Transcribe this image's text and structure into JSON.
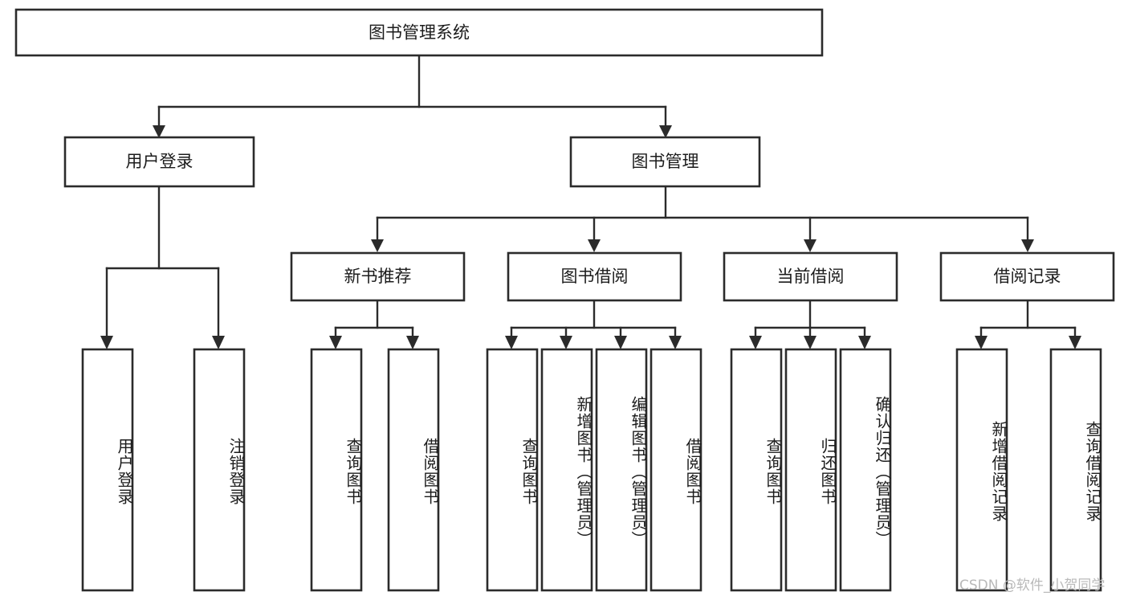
{
  "diagram": {
    "type": "tree-hierarchy",
    "title": "图书管理系统",
    "orientation": "top-down",
    "colors": {
      "box_stroke": "#2b2b2b",
      "box_fill": "#ffffff",
      "connector": "#2b2b2b",
      "text": "#1c1c1c",
      "background": "#ffffff",
      "watermark": "#b9b9b9"
    },
    "root": {
      "label": "图书管理系统"
    },
    "level1": [
      {
        "label": "用户登录"
      },
      {
        "label": "图书管理"
      }
    ],
    "level2": [
      {
        "label": "新书推荐"
      },
      {
        "label": "图书借阅"
      },
      {
        "label": "当前借阅"
      },
      {
        "label": "借阅记录"
      }
    ],
    "leaves": {
      "user_login": [
        {
          "label": "用户登录"
        },
        {
          "label": "注销登录"
        }
      ],
      "new_book_recommend": [
        {
          "label": "查询图书"
        },
        {
          "label": "借阅图书"
        }
      ],
      "book_borrow": [
        {
          "label": "查询图书"
        },
        {
          "label": "新增图书（管理员）"
        },
        {
          "label": "编辑图书（管理员）"
        },
        {
          "label": "借阅图书"
        }
      ],
      "current_borrow": [
        {
          "label": "查询图书"
        },
        {
          "label": "归还图书"
        },
        {
          "label": "确认归还（管理员）"
        }
      ],
      "borrow_record": [
        {
          "label": "新增借阅记录"
        },
        {
          "label": "查询借阅记录"
        }
      ]
    }
  },
  "watermark": {
    "text": "CSDN @软件_小贺同学"
  }
}
